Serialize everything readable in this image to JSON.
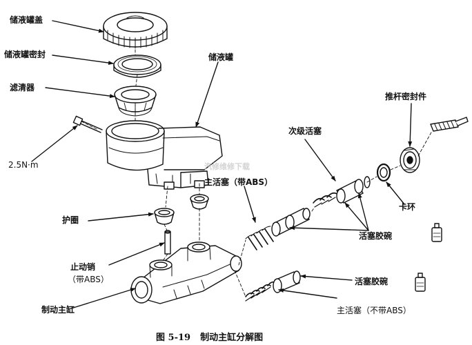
{
  "labels": {
    "reservoir_cap": "储液罐盖",
    "reservoir_seal": "储液罐密封",
    "filter": "滤清器",
    "torque": "2.5N·m",
    "reservoir": "储液罐",
    "primary_piston_abs": "主活塞（带ABS）",
    "secondary_piston": "次级活塞",
    "pushrod_seal": "推杆密封件",
    "circlip": "卡环",
    "grommet": "护圈",
    "piston_cups_1": "活塞胶碗",
    "stop_pin": "止动销",
    "stop_pin_note": "（带ABS）",
    "master_cylinder": "制动主缸",
    "piston_cups_2": "活塞胶碗",
    "primary_piston_noabs": "主活塞（不带ABS）"
  },
  "caption": {
    "figure_number": "图 5-19",
    "title": "制动主缸分解图"
  },
  "watermark": "汽修维修下载"
}
